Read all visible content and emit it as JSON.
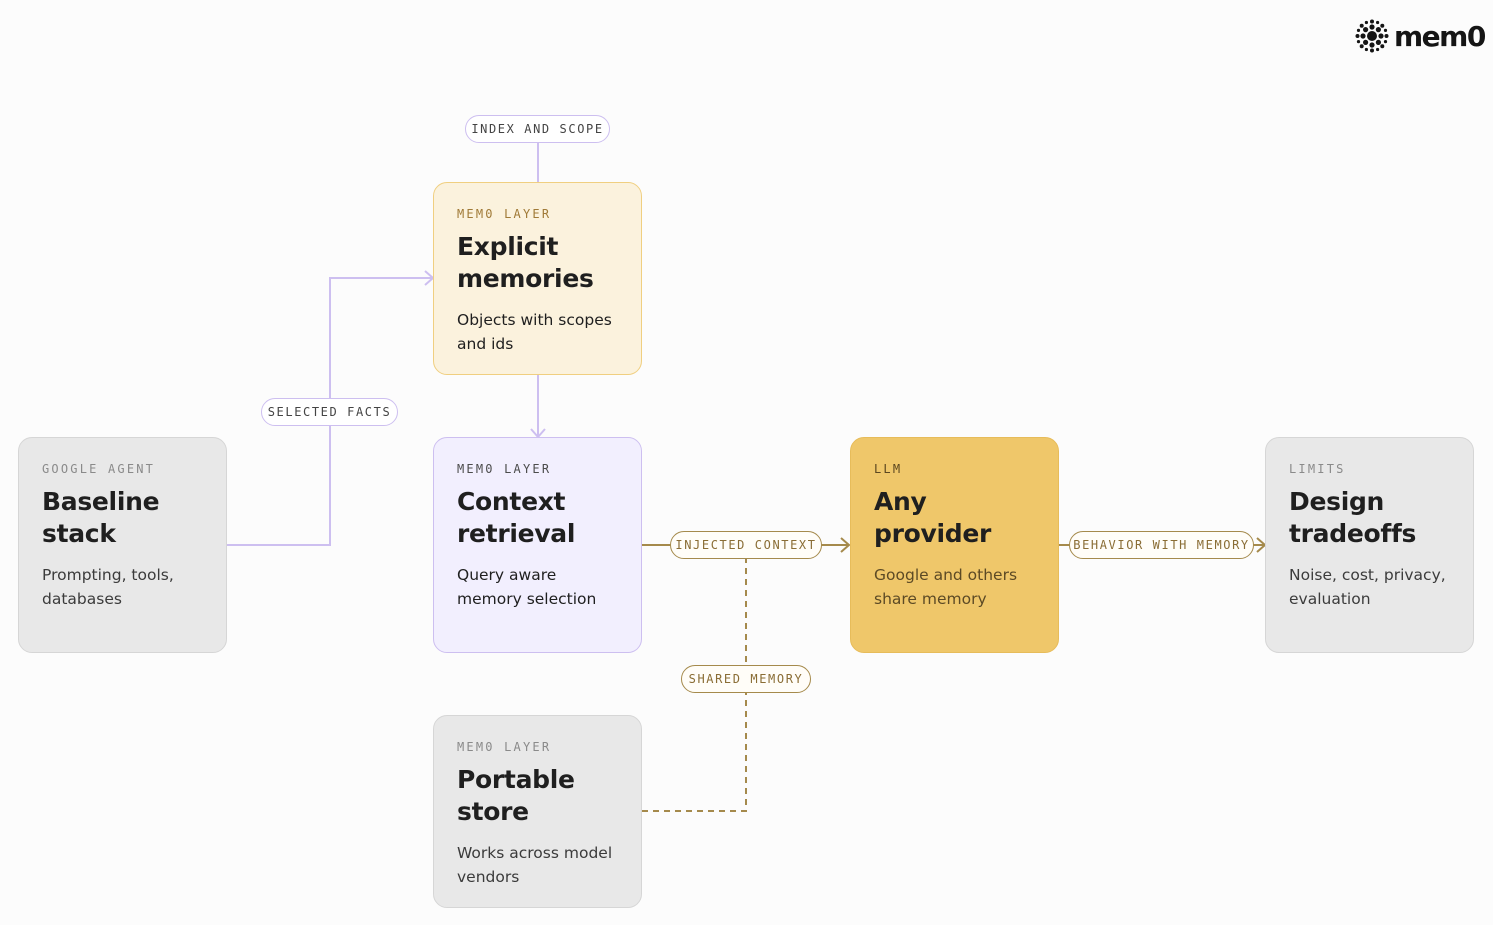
{
  "brand": {
    "name": "mem0",
    "logo_icon": "flower-dots-icon"
  },
  "nodes": {
    "baseline": {
      "tag": "GOOGLE AGENT",
      "title": "Baseline stack",
      "sub": "Prompting, tools, databases"
    },
    "explicit": {
      "tag": "MEM0 LAYER",
      "title": "Explicit memories",
      "sub": "Objects with scopes and ids"
    },
    "context": {
      "tag": "MEM0 LAYER",
      "title": "Context retrieval",
      "sub": "Query aware memory selection"
    },
    "portable": {
      "tag": "MEM0 LAYER",
      "title": "Portable store",
      "sub": "Works across model vendors"
    },
    "llm": {
      "tag": "LLM",
      "title": "Any provider",
      "sub": "Google and others share memory"
    },
    "limits": {
      "tag": "LIMITS",
      "title": "Design tradeoffs",
      "sub": "Noise, cost, privacy, evaluation"
    }
  },
  "edges": {
    "index_scope": "INDEX AND SCOPE",
    "selected_facts": "SELECTED FACTS",
    "injected_context": "INJECTED CONTEXT",
    "shared_memory": "SHARED MEMORY",
    "behavior_memory": "BEHAVIOR WITH MEMORY"
  },
  "colors": {
    "purple_line": "#cdbff0",
    "gold_line": "#a58a4c",
    "llm_fill": "#efc76a",
    "explicit_fill": "#fbf2dd",
    "context_fill": "#f2effe",
    "grey_fill": "#e8e8e8"
  }
}
